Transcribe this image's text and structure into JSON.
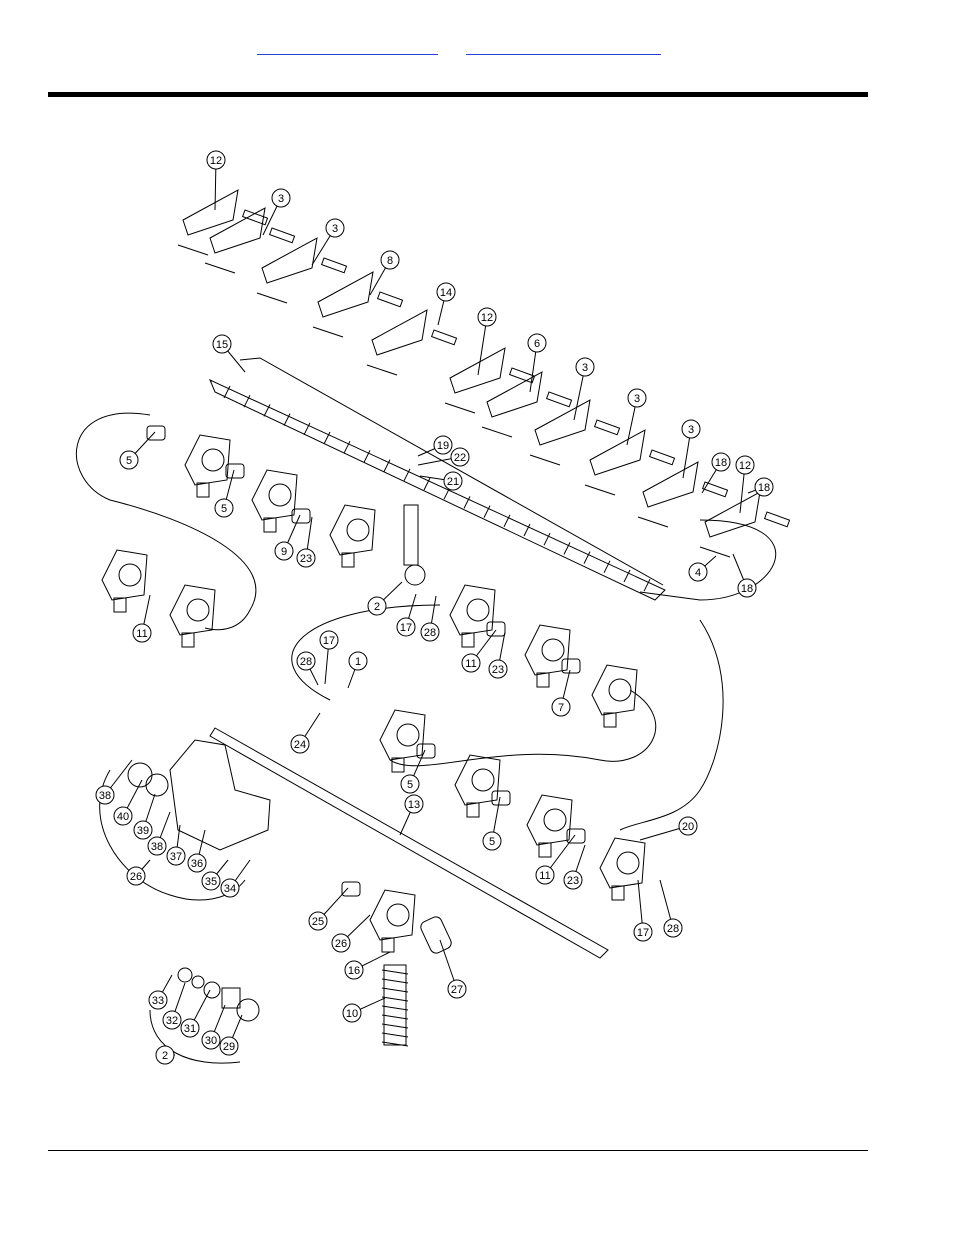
{
  "header": {
    "link_1": "",
    "link_2": ""
  },
  "diagram": {
    "callouts": [
      {
        "id": "c-12a",
        "label": "12"
      },
      {
        "id": "c-3a",
        "label": "3"
      },
      {
        "id": "c-3b",
        "label": "3"
      },
      {
        "id": "c-8",
        "label": "8"
      },
      {
        "id": "c-14",
        "label": "14"
      },
      {
        "id": "c-12b",
        "label": "12"
      },
      {
        "id": "c-6",
        "label": "6"
      },
      {
        "id": "c-3c",
        "label": "3"
      },
      {
        "id": "c-3d",
        "label": "3"
      },
      {
        "id": "c-3e",
        "label": "3"
      },
      {
        "id": "c-18a",
        "label": "18"
      },
      {
        "id": "c-12c",
        "label": "12"
      },
      {
        "id": "c-18b",
        "label": "18"
      },
      {
        "id": "c-15",
        "label": "15"
      },
      {
        "id": "c-19",
        "label": "19"
      },
      {
        "id": "c-22",
        "label": "22"
      },
      {
        "id": "c-21",
        "label": "21"
      },
      {
        "id": "c-5a",
        "label": "5"
      },
      {
        "id": "c-5b",
        "label": "5"
      },
      {
        "id": "c-9",
        "label": "9"
      },
      {
        "id": "c-23a",
        "label": "23"
      },
      {
        "id": "c-4",
        "label": "4"
      },
      {
        "id": "c-18c",
        "label": "18"
      },
      {
        "id": "c-2a",
        "label": "2"
      },
      {
        "id": "c-17a",
        "label": "17"
      },
      {
        "id": "c-28a",
        "label": "28"
      },
      {
        "id": "c-11a",
        "label": "11"
      },
      {
        "id": "c-11b",
        "label": "11"
      },
      {
        "id": "c-23b",
        "label": "23"
      },
      {
        "id": "c-7",
        "label": "7"
      },
      {
        "id": "c-17b",
        "label": "17"
      },
      {
        "id": "c-28b",
        "label": "28"
      },
      {
        "id": "c-1",
        "label": "1"
      },
      {
        "id": "c-24",
        "label": "24"
      },
      {
        "id": "c-38a",
        "label": "38"
      },
      {
        "id": "c-40",
        "label": "40"
      },
      {
        "id": "c-39",
        "label": "39"
      },
      {
        "id": "c-38b",
        "label": "38"
      },
      {
        "id": "c-37",
        "label": "37"
      },
      {
        "id": "c-36",
        "label": "36"
      },
      {
        "id": "c-35",
        "label": "35"
      },
      {
        "id": "c-34",
        "label": "34"
      },
      {
        "id": "c-26a",
        "label": "26"
      },
      {
        "id": "c-5c",
        "label": "5"
      },
      {
        "id": "c-5d",
        "label": "5"
      },
      {
        "id": "c-13",
        "label": "13"
      },
      {
        "id": "c-20",
        "label": "20"
      },
      {
        "id": "c-11c",
        "label": "11"
      },
      {
        "id": "c-23c",
        "label": "23"
      },
      {
        "id": "c-17c",
        "label": "17"
      },
      {
        "id": "c-28c",
        "label": "28"
      },
      {
        "id": "c-25",
        "label": "25"
      },
      {
        "id": "c-26b",
        "label": "26"
      },
      {
        "id": "c-16",
        "label": "16"
      },
      {
        "id": "c-27",
        "label": "27"
      },
      {
        "id": "c-10",
        "label": "10"
      },
      {
        "id": "c-33",
        "label": "33"
      },
      {
        "id": "c-32",
        "label": "32"
      },
      {
        "id": "c-31",
        "label": "31"
      },
      {
        "id": "c-30",
        "label": "30"
      },
      {
        "id": "c-29",
        "label": "29"
      },
      {
        "id": "c-2b",
        "label": "2"
      }
    ]
  }
}
